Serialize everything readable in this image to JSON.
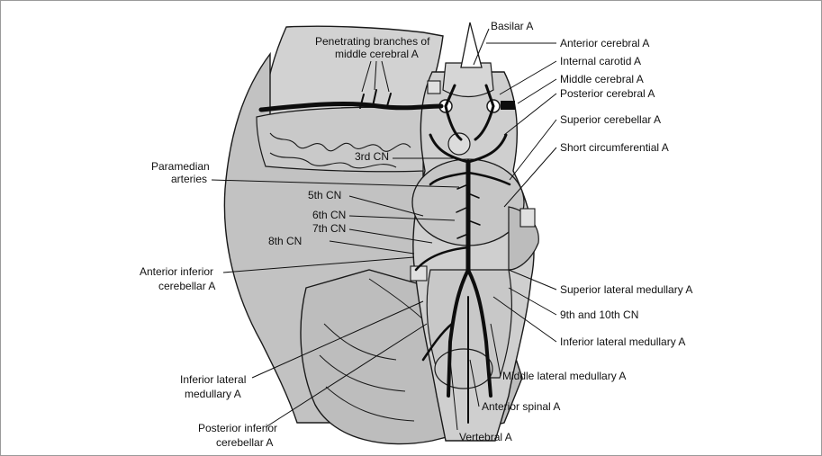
{
  "colors": {
    "tissue": "#bdbdbd",
    "tissue_light": "#d2d2d2",
    "outline": "#1a1a1a",
    "artery": "#0d0d0d",
    "frame": "#9a9a9a"
  },
  "labels": {
    "penetrating_1": "Penetrating branches of",
    "penetrating_2": "middle cerebral A",
    "basilar": "Basilar A",
    "anterior_cerebral": "Anterior cerebral A",
    "internal_carotid": "Internal carotid A",
    "middle_cerebral": "Middle cerebral A",
    "posterior_cerebral": "Posterior cerebral A",
    "superior_cerebellar": "Superior cerebellar A",
    "short_circumferential": "Short circumferential A",
    "cn3": "3rd CN",
    "paramedian_1": "Paramedian",
    "paramedian_2": "arteries",
    "cn5": "5th CN",
    "cn6": "6th CN",
    "cn7": "7th CN",
    "cn8": "8th CN",
    "aica_1": "Anterior inferior",
    "aica_2": "cerebellar A",
    "superior_lateral_medullary": "Superior lateral medullary A",
    "cn9_10": "9th and 10th CN",
    "inferior_lateral_medullary_right": "Inferior lateral medullary A",
    "inferior_lateral_left_1": "Inferior lateral",
    "inferior_lateral_left_2": "medullary A",
    "middle_lateral_medullary": "Middle lateral medullary A",
    "anterior_spinal": "Anterior spinal A",
    "pica_1": "Posterior inferior",
    "pica_2": "cerebellar A",
    "vertebral": "Vertebral A"
  }
}
